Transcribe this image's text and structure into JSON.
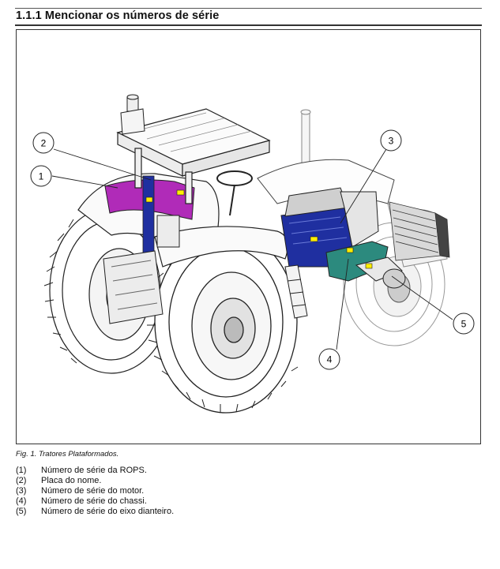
{
  "section": {
    "number": "1.1.1",
    "title": "Mencionar os números de série"
  },
  "figure": {
    "caption": "Fig. 1.  Tratores Plataformados.",
    "callouts": [
      "1",
      "2",
      "3",
      "4",
      "5"
    ],
    "colors": {
      "rops_highlight": "#b02bb8",
      "engine_highlight": "#1f2fa0",
      "chassis_highlight": "#2c8a7e",
      "label_tag": "#ffee00"
    }
  },
  "legend": [
    {
      "num": "(1)",
      "text": "Número de série da ROPS."
    },
    {
      "num": "(2)",
      "text": "Placa do nome."
    },
    {
      "num": "(3)",
      "text": "Número de série do motor."
    },
    {
      "num": "(4)",
      "text": "Número de série do chassi."
    },
    {
      "num": "(5)",
      "text": "Número de série do eixo dianteiro."
    }
  ]
}
